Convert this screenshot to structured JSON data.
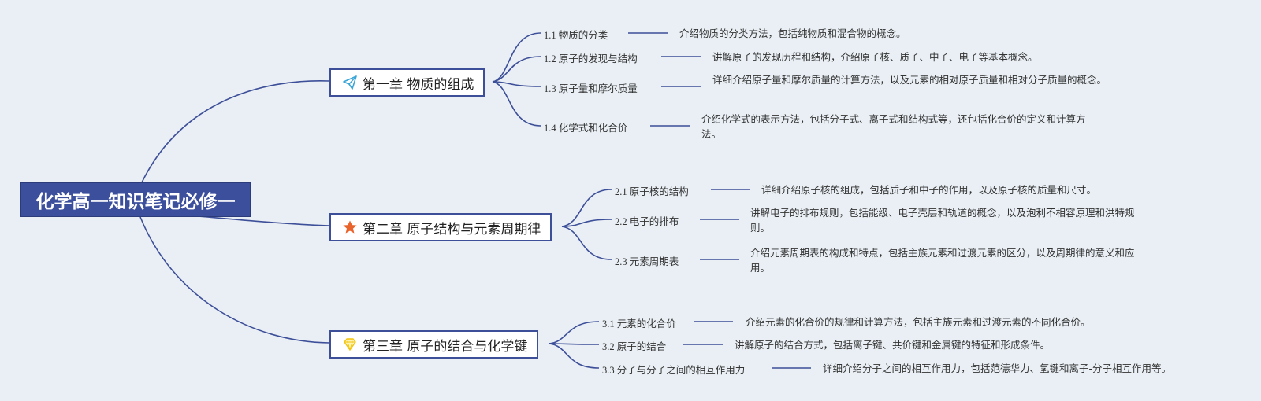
{
  "root": {
    "title": "化学高一知识笔记必修一"
  },
  "chapters": [
    {
      "title": "第一章 物质的组成",
      "icon": "paper-plane-icon",
      "sections": [
        {
          "label": "1.1 物质的分类",
          "desc": "介绍物质的分类方法，包括纯物质和混合物的概念。"
        },
        {
          "label": "1.2 原子的发现与结构",
          "desc": "讲解原子的发现历程和结构，介绍原子核、质子、中子、电子等基本概念。"
        },
        {
          "label": "1.3 原子量和摩尔质量",
          "desc": "详细介绍原子量和摩尔质量的计算方法，以及元素的相对原子质量和相对分子质量的概念。"
        },
        {
          "label": "1.4 化学式和化合价",
          "desc": "介绍化学式的表示方法，包括分子式、离子式和结构式等，还包括化合价的定义和计算方法。"
        }
      ]
    },
    {
      "title": "第二章 原子结构与元素周期律",
      "icon": "star-icon",
      "sections": [
        {
          "label": "2.1 原子核的结构",
          "desc": "详细介绍原子核的组成，包括质子和中子的作用，以及原子核的质量和尺寸。"
        },
        {
          "label": "2.2 电子的排布",
          "desc": "讲解电子的排布规则，包括能级、电子壳层和轨道的概念，以及泡利不相容原理和洪特规则。"
        },
        {
          "label": "2.3 元素周期表",
          "desc": "介绍元素周期表的构成和特点，包括主族元素和过渡元素的区分，以及周期律的意义和应用。"
        }
      ]
    },
    {
      "title": "第三章 原子的结合与化学键",
      "icon": "diamond-icon",
      "sections": [
        {
          "label": "3.1 元素的化合价",
          "desc": "介绍元素的化合价的规律和计算方法，包括主族元素和过渡元素的不同化合价。"
        },
        {
          "label": "3.2 原子的结合",
          "desc": "讲解原子的结合方式，包括离子键、共价键和金属键的特征和形成条件。"
        },
        {
          "label": "3.3 分子与分子之间的相互作用力",
          "desc": "详细介绍分子之间的相互作用力，包括范德华力、氢键和离子-分子相互作用等。"
        }
      ]
    }
  ],
  "colors": {
    "background": "#e9eff4",
    "root_fill": "#3c4f9c",
    "line": "#3d4f99",
    "star": "#e8642c",
    "plane": "#3aa6d8",
    "diamond": "#f1c40f"
  }
}
